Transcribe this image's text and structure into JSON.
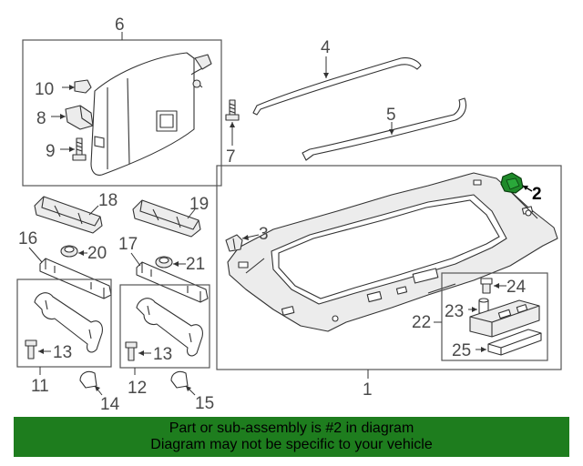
{
  "callouts": {
    "n1": "1",
    "n2": "2",
    "n3": "3",
    "n4": "4",
    "n5": "5",
    "n6": "6",
    "n7": "7",
    "n8": "8",
    "n9": "9",
    "n10": "10",
    "n11": "11",
    "n12": "12",
    "n13a": "13",
    "n13b": "13",
    "n14": "14",
    "n15": "15",
    "n16": "16",
    "n17": "17",
    "n18": "18",
    "n19": "19",
    "n20": "20",
    "n21": "21",
    "n22": "22",
    "n23": "23",
    "n24": "24",
    "n25": "25"
  },
  "highlight": {
    "part": "2",
    "color": "#1f8a2a"
  },
  "banner": {
    "line1": "Part or sub-assembly is #2 in diagram",
    "line2": "Diagram may not be specific to your vehicle",
    "color": "#1e7d1e"
  }
}
